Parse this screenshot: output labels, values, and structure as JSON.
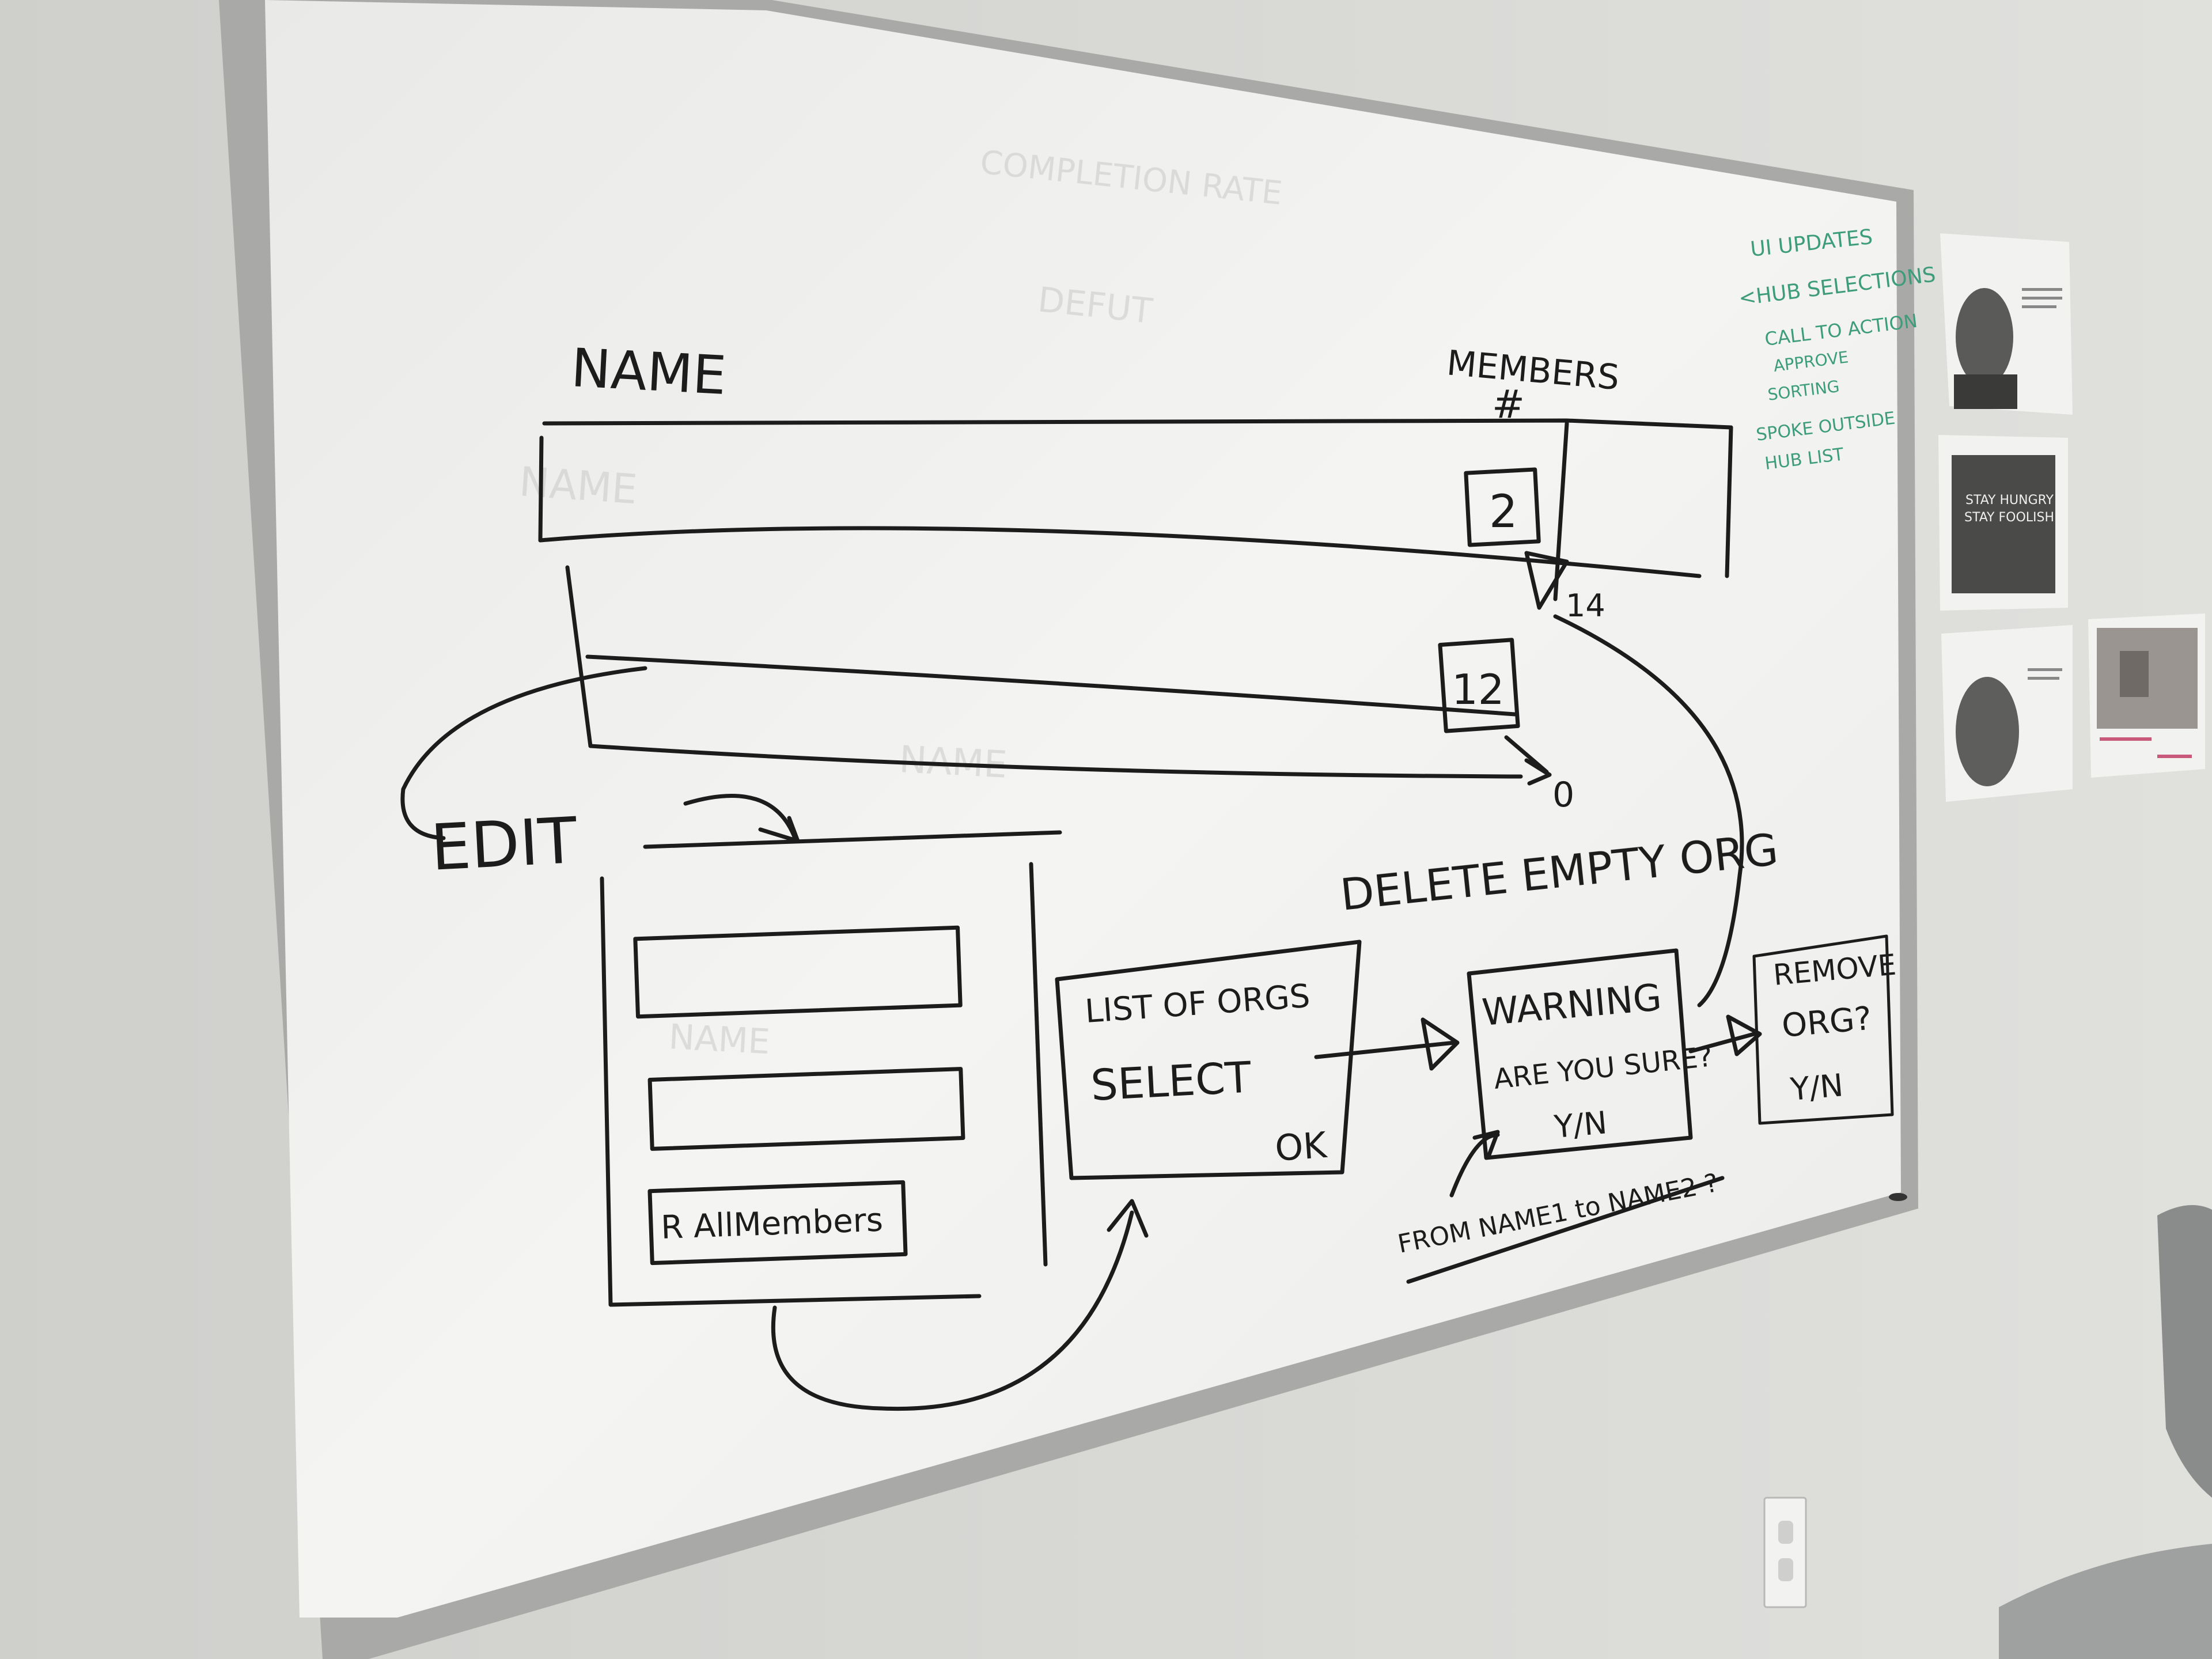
{
  "whiteboard": {
    "list_mockup": {
      "name_header": "NAME",
      "members_header": "MEMBERS",
      "members_hash": "#",
      "row1_count": "2",
      "row2_count": "12",
      "transition_count": "14",
      "transition_zero": "0"
    },
    "edit_flow": {
      "edit_label": "EDIT",
      "remove_all_members_button": "R AllMembers"
    },
    "list_of_orgs_dialog": {
      "title": "LIST OF ORGS",
      "select_label": "SELECT",
      "ok_label": "OK"
    },
    "delete_empty_org_label": "DELETE EMPTY ORG",
    "warning_dialog": {
      "title": "WARNING",
      "question": "ARE YOU SURE?",
      "choice": "Y/N",
      "footnote": "FROM NAME1 to NAME2 ?"
    },
    "remove_org_dialog": {
      "line1": "REMOVE",
      "line2": "ORG?",
      "choice": "Y/N"
    },
    "green_notes": [
      "UI UPDATES",
      "<HUB SELECTIONS",
      "CALL TO ACTION",
      "APPROVE",
      "SORTING",
      "SPOKE OUTSIDE",
      "HUB LIST"
    ]
  },
  "wall_posters": {
    "poster_2_text": [
      "STAY HUNGRY",
      "STAY FOOLISH"
    ]
  },
  "colors": {
    "wall": "#d9d9d6",
    "board": "#f1f1ef",
    "frame": "#a9aaa8",
    "marker": "#1c1c1c",
    "green_marker": "#3d9c7c"
  }
}
